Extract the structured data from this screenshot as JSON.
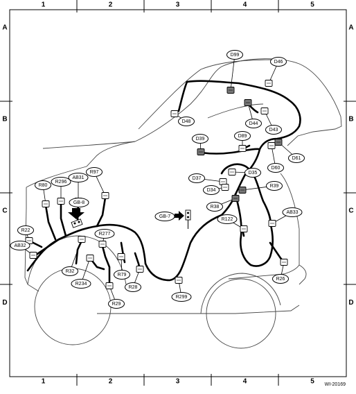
{
  "grid": {
    "columns": [
      "1",
      "2",
      "3",
      "4",
      "5"
    ],
    "rows": [
      "A",
      "B",
      "C",
      "D"
    ]
  },
  "connectors": [
    {
      "id": "D99"
    },
    {
      "id": "D46"
    },
    {
      "id": "D48"
    },
    {
      "id": "D44"
    },
    {
      "id": "D43"
    },
    {
      "id": "D39"
    },
    {
      "id": "D89"
    },
    {
      "id": "D60"
    },
    {
      "id": "D61"
    },
    {
      "id": "D37"
    },
    {
      "id": "D35"
    },
    {
      "id": "D34"
    },
    {
      "id": "R39"
    },
    {
      "id": "R38"
    },
    {
      "id": "R122"
    },
    {
      "id": "AB33"
    },
    {
      "id": "R26"
    },
    {
      "id": "R80"
    },
    {
      "id": "R296"
    },
    {
      "id": "AB31"
    },
    {
      "id": "R97"
    },
    {
      "id": "R22"
    },
    {
      "id": "AB32"
    },
    {
      "id": "R32"
    },
    {
      "id": "R234"
    },
    {
      "id": "R277"
    },
    {
      "id": "R79"
    },
    {
      "id": "R28"
    },
    {
      "id": "R29"
    },
    {
      "id": "R299"
    }
  ],
  "grounds": [
    {
      "id": "GB-8"
    },
    {
      "id": "GB-7"
    }
  ],
  "reference": "WI-20169"
}
